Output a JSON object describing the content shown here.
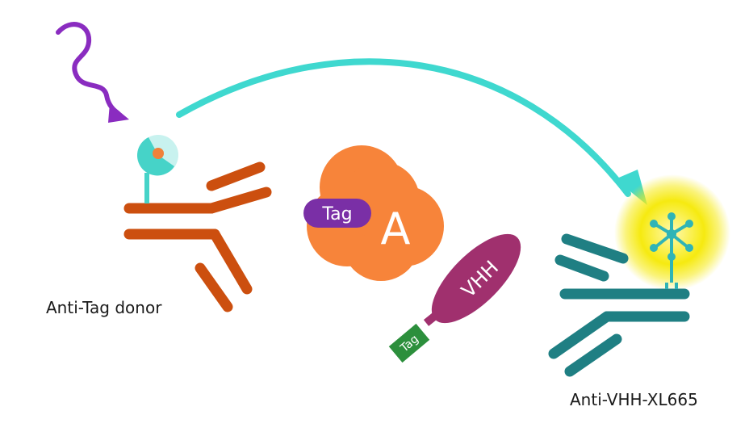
{
  "labels": {
    "donor": "Anti-Tag donor",
    "acceptor": "Anti-VHH-XL665",
    "target_letter": "A",
    "target_tag": "Tag",
    "vhh": "VHH",
    "vhh_tag": "Tag"
  },
  "colors": {
    "excitation_wave": "#8a2cc0",
    "fret_arrow": "#3fd8cf",
    "donor_antibody": "#cc4f0f",
    "donor_fluorophore": "#46d3c8",
    "donor_fluorophore_ring": "#c8f2ef",
    "donor_fluorophore_core": "#f0813a",
    "target_protein": "#f7843a",
    "target_tag": "#7a2fa6",
    "vhh": "#a0306e",
    "vhh_tag": "#2c8f3c",
    "acceptor_antibody": "#1f7f83",
    "acceptor_glow": "#f6ea10",
    "acceptor_fluorophore": "#2fb4b6"
  },
  "icons": {
    "excitation": "wavy-arrow-icon",
    "donor_fluorophore": "terbium-donor-icon",
    "acceptor_fluorophore": "xl665-acceptor-icon"
  }
}
